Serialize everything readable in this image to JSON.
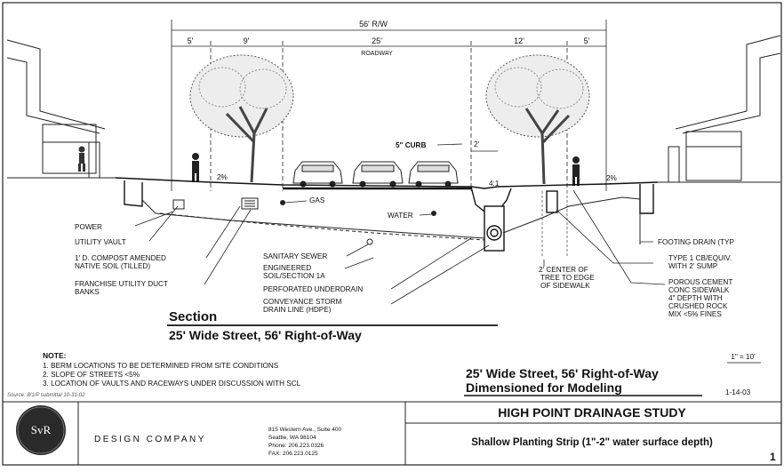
{
  "dimensions": {
    "right_of_way": "56' R/W",
    "seg_5_left": "5'",
    "seg_9": "9'",
    "seg_25": "25'",
    "roadway": "ROADWAY",
    "seg_12": "12'",
    "seg_5_right": "5'",
    "curb": "5\" CURB",
    "curb_offset": "2'",
    "slope_left": "2%",
    "slope_right": "2%",
    "ratio": "4:1",
    "scale": "1\" = 10'",
    "date": "1-14-03"
  },
  "labels_left": {
    "gas": "GAS",
    "power": "POWER",
    "utility_vault": "UTILITY VAULT",
    "compost_1": "1' D. COMPOST AMENDED",
    "compost_2": "NATIVE SOIL (TILLED)",
    "franchise_1": "FRANCHISE UTILITY DUCT",
    "franchise_2": "BANKS"
  },
  "labels_center": {
    "water": "WATER",
    "sanitary": "SANITARY SEWER",
    "engineered_1": "ENGINEERED",
    "engineered_2": "SOIL/SECTION 1A",
    "underdrain": "PERFORATED UNDERDRAIN",
    "conveyance_1": "CONVEYANCE STORM",
    "conveyance_2": "DRAIN LINE (HDPE)",
    "tree_offset_1": "2' CENTER OF",
    "tree_offset_2": "TREE TO EDGE",
    "tree_offset_3": "OF SIDEWALK"
  },
  "labels_right": {
    "footing": "FOOTING DRAIN (TYP",
    "cb_1": "TYPE 1 CB/EQUIV.",
    "cb_2": "WITH 2' SUMP",
    "porous_1": "POROUS CEMENT",
    "porous_2": "CONC SIDEWALK",
    "porous_3": "4\" DEPTH WITH",
    "porous_4": "CRUSHED ROCK",
    "porous_5": "MIX <5% FINES"
  },
  "section": {
    "heading": "Section",
    "subheading": "25' Wide Street, 56' Right-of-Way"
  },
  "notes": {
    "heading": "NOTE:",
    "note_1": "1. BERM LOCATIONS TO BE DETERMINED FROM SITE CONDITIONS",
    "note_2": "2. SLOPE OF STREETS <5%",
    "note_3": "3. LOCATION OF VAULTS AND RACEWAYS UNDER DISCUSSION WITH SCL",
    "source": "Source: 8/1/P submittal 10-31-02"
  },
  "model_title_1": "25' Wide Street, 56' Right-of-Way",
  "model_title_2": "Dimensioned for Modeling",
  "titleblock": {
    "logo": "SvR",
    "company": "DESIGN COMPANY",
    "address_1": "815 Western Ave., Suite 400",
    "address_2": "Seattle, WA 98104",
    "phone": "Phone: 206.223.0326",
    "fax": "FAX: 206.223.0125",
    "project": "HIGH POINT DRAINAGE STUDY",
    "subtitle": "Shallow Planting Strip (1\"-2\" water surface depth)",
    "sheet": "1"
  }
}
